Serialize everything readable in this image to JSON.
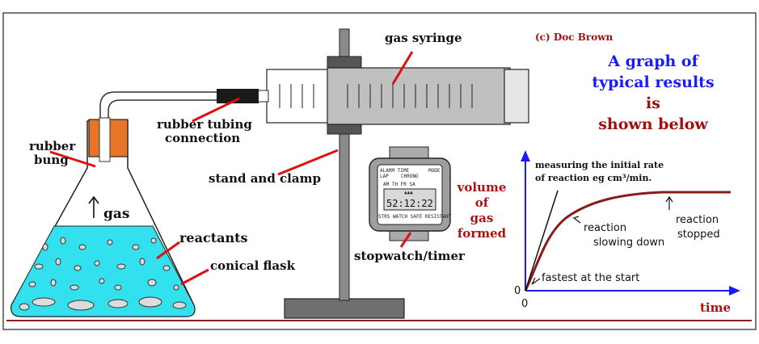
{
  "credit": "(c) Doc Brown",
  "labels": {
    "rubber_bung_1": "rubber",
    "rubber_bung_2": "bung",
    "gas": "gas",
    "reactants": "reactants",
    "conical_flask": "conical flask",
    "rubber_tubing_1": "rubber tubing",
    "rubber_tubing_2": "connection",
    "gas_syringe": "gas syringe",
    "stand_and_clamp": "stand and clamp",
    "stopwatch_timer": "stopwatch/timer"
  },
  "stopwatch": {
    "top_left": "ALARM TIME",
    "top_left2": "LAP",
    "top_mid": "CHRONO",
    "top_right": "MODE",
    "row2": "AM TH FR SA",
    "marks": "▲▲▲",
    "display": "52:12:22",
    "bottom": "STRS WATCH SAFE RESISTANT"
  },
  "heading": {
    "line1": "A graph of",
    "line2": "typical results",
    "line3": "is",
    "line4": "shown below"
  },
  "graph": {
    "ylabel_1": "volume",
    "ylabel_2": "of",
    "ylabel_3": "gas",
    "ylabel_4": "formed",
    "xlabel": "time",
    "origin_y": "0",
    "origin_x": "0",
    "annotation_1": "measuring the initial rate",
    "annotation_2": "of reaction eg cm³/min.",
    "annotation_slow_1": "reaction",
    "annotation_slow_2": "slowing down",
    "annotation_stop_1": "reaction",
    "annotation_stop_2": "stopped",
    "annotation_fast": "fastest at the start"
  },
  "colors": {
    "liquid": "#33e0ee",
    "bung": "#e8742a",
    "syringe_barrel": "#c0c0c0",
    "stand": "#7a7a7a",
    "pointer": "#e01010",
    "axis": "#1a1aff",
    "curve": "#8b1a1a"
  }
}
